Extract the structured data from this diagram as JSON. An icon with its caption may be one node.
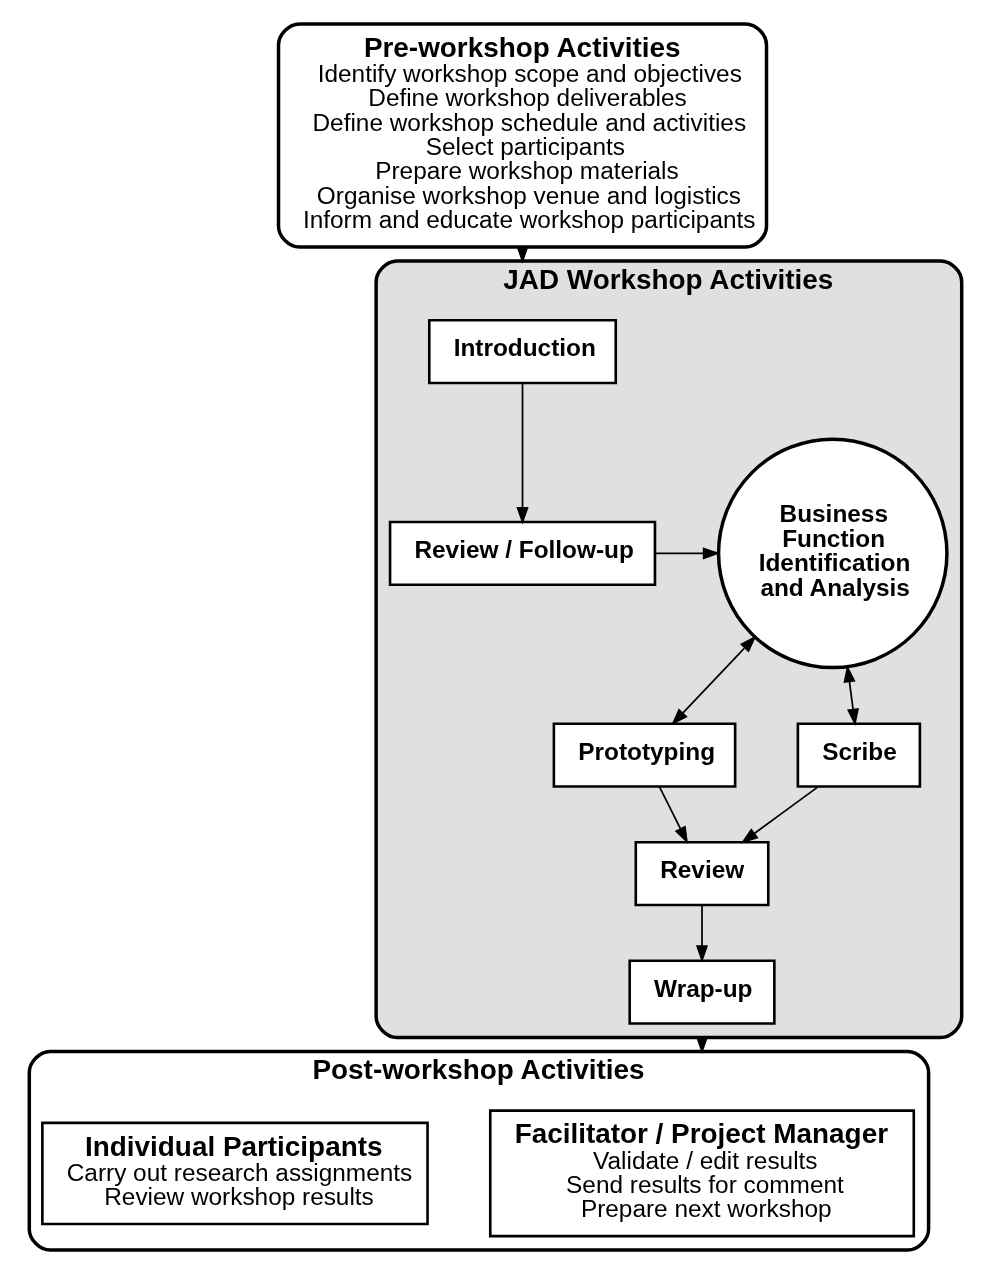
{
  "diagram": {
    "nodes": [
      {
        "text": [
          "Pre-workshop Activities",
          "Identify workshop scope and objectives",
          "Define workshop deliverables",
          "Define workshop schedule and activities",
          "Select participants",
          "Prepare workshop materials",
          "Organise workshop venue and logistics",
          "Inform and educate workshop participants"
        ]
      },
      {
        "text": [
          "JAD Workshop Activities"
        ]
      },
      {
        "text": [
          "Introduction"
        ],
        "in": 1
      },
      {
        "text": [
          "Review / Follow-up"
        ],
        "in": 1
      },
      {
        "text": [
          "Business Function Identification and Analysis"
        ],
        "in": 1
      },
      {
        "text": [
          "Prototyping"
        ],
        "in": 1
      },
      {
        "text": [
          "Scribe"
        ],
        "in": 1
      },
      {
        "text": [
          "Review"
        ],
        "in": 1
      },
      {
        "text": [
          "Wrap-up"
        ],
        "in": 1
      },
      {
        "text": [
          "Post-workshop Activities"
        ]
      },
      {
        "text": [
          "Facilitator / Project Manager",
          "Validate / edit results",
          "Send results for comment",
          "Prepare next workshop"
        ],
        "in": 9
      },
      {
        "text": [
          "Individual Participants",
          "Carry out research assignments",
          "Review workshop results"
        ],
        "in": 9
      }
    ],
    "edges": [
      {
        "from": 0,
        "to": 1,
        "arrow": "to"
      },
      {
        "from": 2,
        "to": 3,
        "arrow": "to"
      },
      {
        "from": 3,
        "to": 4,
        "arrow": "to"
      },
      {
        "from": 5,
        "to": 4,
        "arrow": "both"
      },
      {
        "from": 6,
        "to": 4,
        "arrow": "both"
      },
      {
        "from": 5,
        "to": 7,
        "arrow": "to"
      },
      {
        "from": 6,
        "to": 7,
        "arrow": "to"
      },
      {
        "from": 7,
        "to": 8,
        "arrow": "to"
      },
      {
        "from": 1,
        "to": 9,
        "arrow": "to"
      }
    ]
  }
}
